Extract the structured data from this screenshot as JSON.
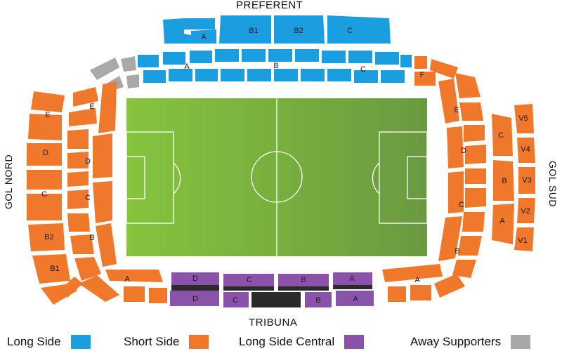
{
  "colors": {
    "long_side": "#1b9ee0",
    "short_side": "#f0782a",
    "long_side_central": "#8a52a8",
    "away_supporters": "#a8a8a8",
    "pitch_left": "#86c43d",
    "pitch_right": "#6a9a40",
    "pitch_line": "#ffffff",
    "dark_block": "#2b2b2b"
  },
  "stands": {
    "north": "PREFERENT",
    "south": "TRIBUNA",
    "west": "GOL NORD",
    "east": "GOL SUD"
  },
  "sections": {
    "preferent_upper": [
      "A",
      "B1",
      "B2",
      "C"
    ],
    "preferent_lower": [
      "A",
      "B",
      "C"
    ],
    "preferent_corner": "F",
    "gol_nord_outer": [
      "E",
      "D",
      "C",
      "B2",
      "B1"
    ],
    "gol_nord_inner": [
      "E",
      "D",
      "C",
      "B"
    ],
    "gol_sud_inner": [
      "E",
      "D",
      "C",
      "B"
    ],
    "gol_sud_middle": [
      "C",
      "B",
      "A"
    ],
    "gol_sud_outer": [
      "V5",
      "V4",
      "V3",
      "V2",
      "V1"
    ],
    "tribuna_corner_left": "A",
    "tribuna_corner_right": "A",
    "tribuna_upper": [
      "D",
      "C",
      "B",
      "A"
    ],
    "tribuna_lower": [
      "D",
      "C",
      "B",
      "A"
    ]
  },
  "legend": [
    {
      "label": "Long Side",
      "color_key": "long_side"
    },
    {
      "label": "Short Side",
      "color_key": "short_side"
    },
    {
      "label": "Long Side Central",
      "color_key": "long_side_central"
    },
    {
      "label": "Away Supporters",
      "color_key": "away_supporters"
    }
  ]
}
